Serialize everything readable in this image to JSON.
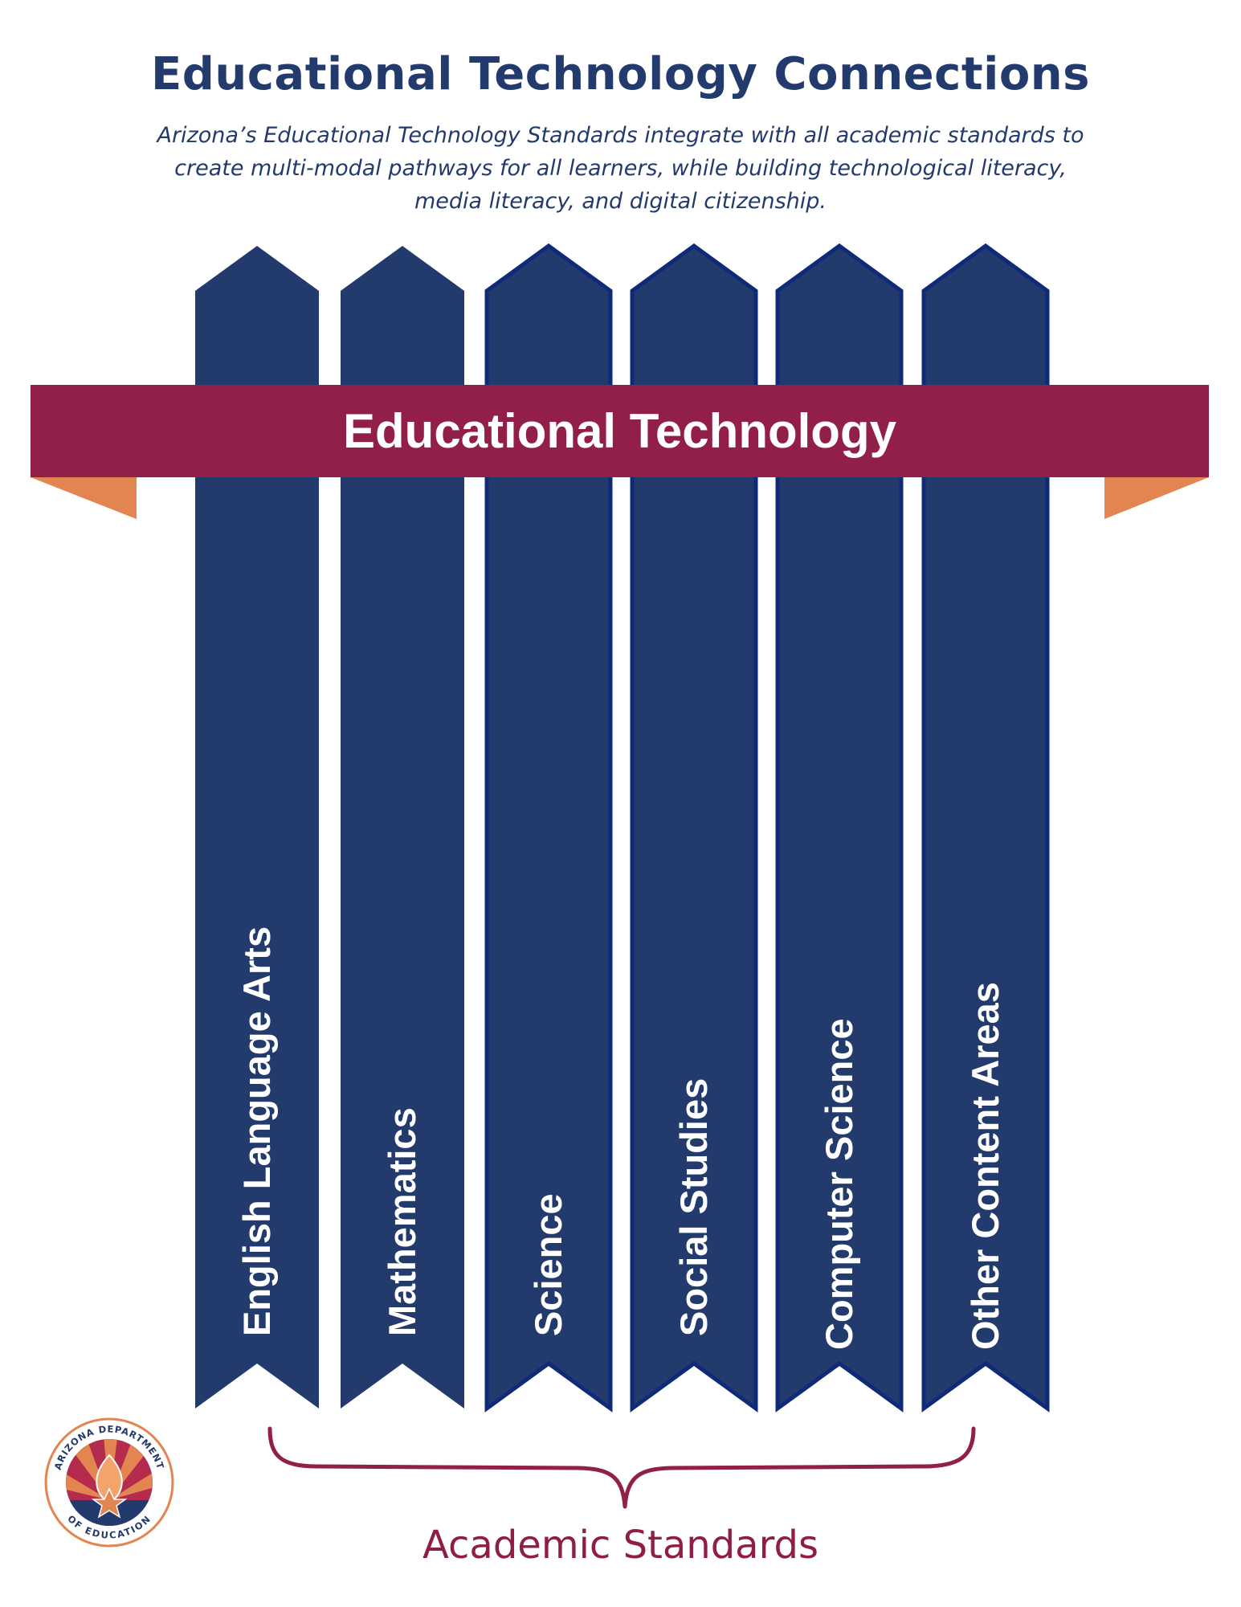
{
  "title": "Educational Technology Connections",
  "subtitle": "Arizona’s Educational Technology Standards integrate with all academic standards to create multi-modal pathways for all learners, while building technological literacy, media literacy, and digital citizenship.",
  "banner": {
    "label": "Educational Technology"
  },
  "academic_standards": [
    "English Language Arts",
    "Mathematics",
    "Science",
    "Social Studies",
    "Computer Science",
    "Other Content Areas"
  ],
  "footer": {
    "label": "Academic Standards"
  },
  "logo": {
    "name": "arizona-department-of-education-seal-icon",
    "text_top": "ARIZONA DEPARTMENT",
    "text_bottom": "OF EDUCATION"
  },
  "colors": {
    "navy": "#233a6d",
    "ribbon_border": "#0f2a78",
    "maroon": "#921e4a",
    "orange": "#e28550",
    "text_white": "#ffffff"
  }
}
